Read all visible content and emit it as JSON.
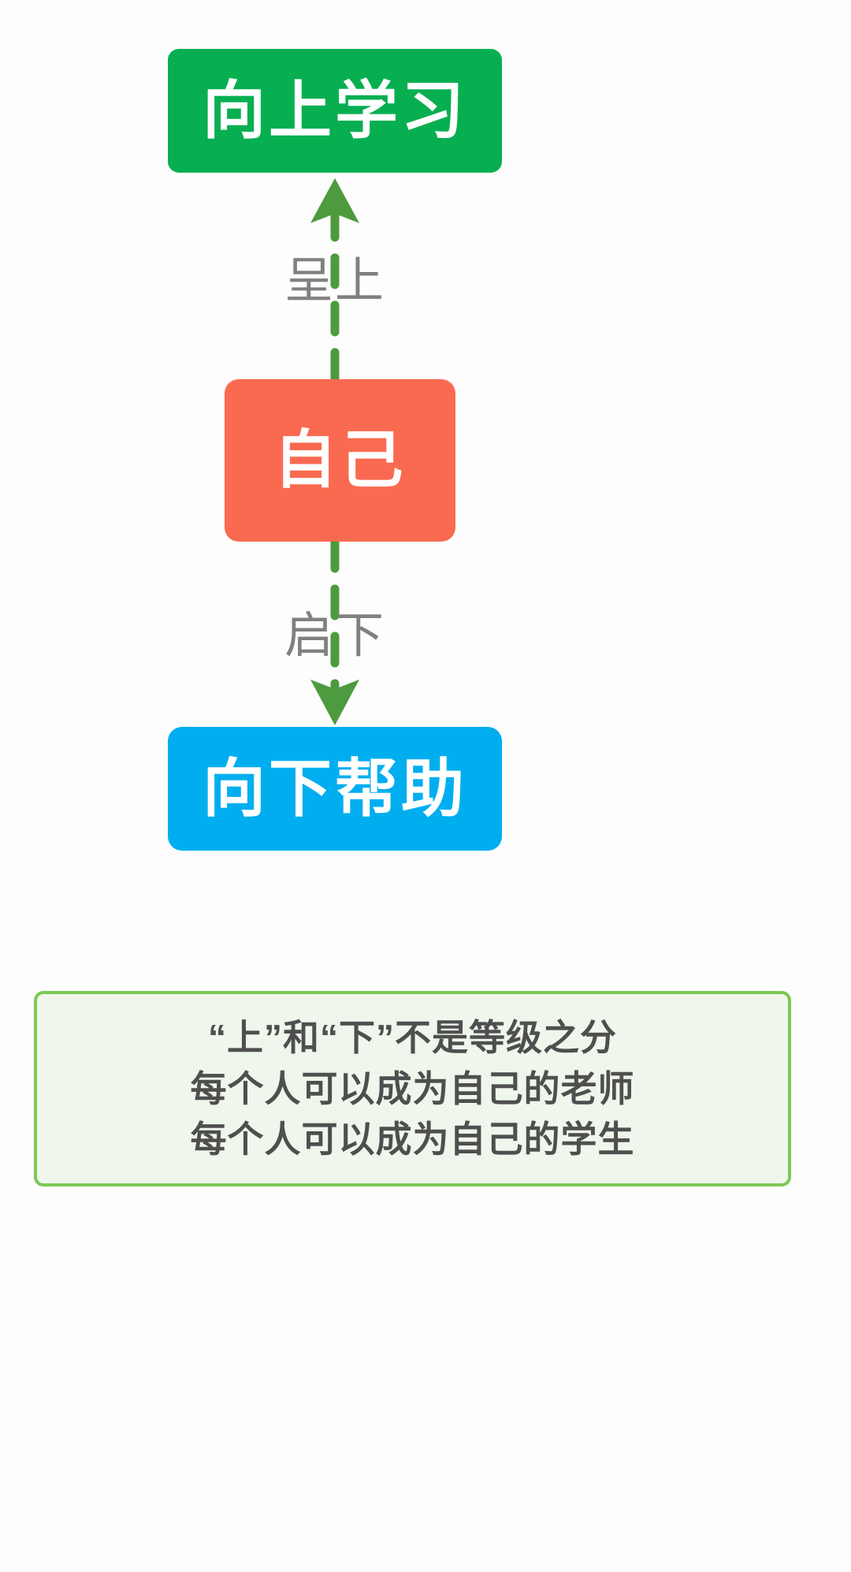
{
  "diagram": {
    "title_text": "向上学习 / 自己 / 向下帮助",
    "background_color": "#fdfdfd",
    "nodes": [
      {
        "id": "up",
        "label": "向上学习",
        "color": "#07AF51",
        "text_color": "#ffffff"
      },
      {
        "id": "self",
        "label": "自己",
        "color": "#F96A50",
        "text_color": "#ffffff"
      },
      {
        "id": "down",
        "label": "向下帮助",
        "color": "#00AEEF",
        "text_color": "#ffffff"
      }
    ],
    "edges": [
      {
        "id": "edge-up",
        "label": "呈上",
        "from": "self",
        "to": "up",
        "direction": "up",
        "style": "dashed",
        "color": "#4E9A3E",
        "label_color": "#808080"
      },
      {
        "id": "edge-down",
        "label": "启下",
        "from": "self",
        "to": "down",
        "direction": "down",
        "style": "dashed",
        "color": "#4E9A3E",
        "label_color": "#808080"
      }
    ],
    "note": {
      "border_color": "#7DC855",
      "background_color": "#EFF7EC",
      "text_color": "#4F4F4F",
      "lines": [
        "“上”和“下”不是等级之分",
        "每个人可以成为自己的老师",
        "每个人可以成为自己的学生"
      ]
    }
  }
}
